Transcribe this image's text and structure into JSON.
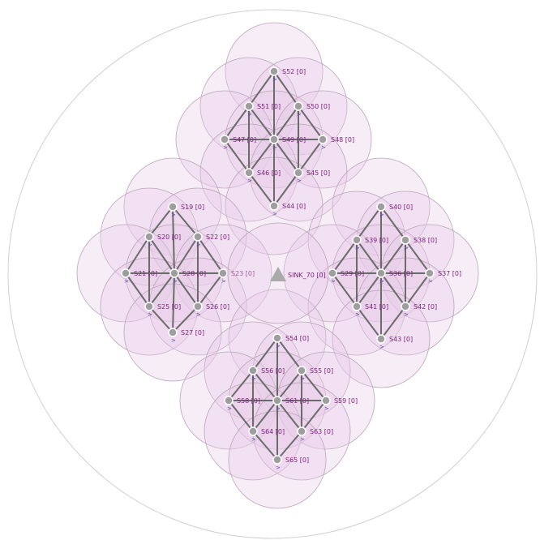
{
  "colors": {
    "range_fill": "#e7cbe7",
    "range_stroke": "#b9a5b9",
    "link": "#6b6b6b",
    "node": "#9e9e9e",
    "label": "#7a1e7a",
    "sink": "#aaaaaa"
  },
  "sink": {
    "label": "SINK_70 [0]",
    "shape": "triangle"
  },
  "nodes": [
    {
      "id": "S52",
      "label": "S52 [0]"
    },
    {
      "id": "S51",
      "label": "S51 [0]"
    },
    {
      "id": "S50",
      "label": "S50 [0]"
    },
    {
      "id": "S47",
      "label": "S47 [0]"
    },
    {
      "id": "S49",
      "label": "S49 [0]"
    },
    {
      "id": "S48",
      "label": "S48 [0]"
    },
    {
      "id": "S46",
      "label": "S46 [0]"
    },
    {
      "id": "S45",
      "label": "S45 [0]"
    },
    {
      "id": "S44",
      "label": "S44 [0]"
    },
    {
      "id": "S19",
      "label": "S19 [0]"
    },
    {
      "id": "S20",
      "label": "S20 [0]"
    },
    {
      "id": "S22",
      "label": "S22 [0]"
    },
    {
      "id": "S21",
      "label": "S21 [0]"
    },
    {
      "id": "S28",
      "label": "S28 [0]"
    },
    {
      "id": "S23",
      "label": "S23 [0]"
    },
    {
      "id": "S25",
      "label": "S25 [0]"
    },
    {
      "id": "S26",
      "label": "S26 [0]"
    },
    {
      "id": "S27",
      "label": "S27 [0]"
    },
    {
      "id": "S40",
      "label": "S40 [0]"
    },
    {
      "id": "S39",
      "label": "S39 [0]"
    },
    {
      "id": "S38",
      "label": "S38 [0]"
    },
    {
      "id": "S29",
      "label": "S29 [0]"
    },
    {
      "id": "S36",
      "label": "S36 [0]"
    },
    {
      "id": "S37",
      "label": "S37 [0]"
    },
    {
      "id": "S41",
      "label": "S41 [0]"
    },
    {
      "id": "S42",
      "label": "S42 [0]"
    },
    {
      "id": "S43",
      "label": "S43 [0]"
    },
    {
      "id": "S54",
      "label": "S54 [0]"
    },
    {
      "id": "S56",
      "label": "S56 [0]"
    },
    {
      "id": "S55",
      "label": "S55 [0]"
    },
    {
      "id": "S58",
      "label": "S58 [0]"
    },
    {
      "id": "S61",
      "label": "S61 [0]"
    },
    {
      "id": "S59",
      "label": "S59 [0]"
    },
    {
      "id": "S64",
      "label": "S64 [0]"
    },
    {
      "id": "S63",
      "label": "S63 [0]"
    },
    {
      "id": "S65",
      "label": "S65 [0]"
    }
  ],
  "links": [
    [
      "S52",
      "S51"
    ],
    [
      "S52",
      "S50"
    ],
    [
      "S51",
      "S47"
    ],
    [
      "S51",
      "S49"
    ],
    [
      "S50",
      "S49"
    ],
    [
      "S50",
      "S48"
    ],
    [
      "S47",
      "S46"
    ],
    [
      "S49",
      "S46"
    ],
    [
      "S49",
      "S45"
    ],
    [
      "S48",
      "S45"
    ],
    [
      "S46",
      "S44"
    ],
    [
      "S45",
      "S44"
    ],
    [
      "S47",
      "S49"
    ],
    [
      "S49",
      "S48"
    ],
    [
      "S51",
      "S46"
    ],
    [
      "S50",
      "S45"
    ],
    [
      "S52",
      "S49"
    ],
    [
      "S49",
      "S44"
    ],
    [
      "S19",
      "S20"
    ],
    [
      "S19",
      "S22"
    ],
    [
      "S20",
      "S21"
    ],
    [
      "S20",
      "S28"
    ],
    [
      "S22",
      "S28"
    ],
    [
      "S22",
      "S23"
    ],
    [
      "S21",
      "S25"
    ],
    [
      "S28",
      "S25"
    ],
    [
      "S28",
      "S26"
    ],
    [
      "S23",
      "S26"
    ],
    [
      "S25",
      "S27"
    ],
    [
      "S26",
      "S27"
    ],
    [
      "S21",
      "S28"
    ],
    [
      "S28",
      "S23"
    ],
    [
      "S20",
      "S25"
    ],
    [
      "S22",
      "S26"
    ],
    [
      "S19",
      "S28"
    ],
    [
      "S28",
      "S27"
    ],
    [
      "S40",
      "S39"
    ],
    [
      "S40",
      "S38"
    ],
    [
      "S39",
      "S29"
    ],
    [
      "S39",
      "S36"
    ],
    [
      "S38",
      "S36"
    ],
    [
      "S38",
      "S37"
    ],
    [
      "S29",
      "S41"
    ],
    [
      "S36",
      "S41"
    ],
    [
      "S36",
      "S42"
    ],
    [
      "S37",
      "S42"
    ],
    [
      "S41",
      "S43"
    ],
    [
      "S42",
      "S43"
    ],
    [
      "S29",
      "S36"
    ],
    [
      "S36",
      "S37"
    ],
    [
      "S39",
      "S41"
    ],
    [
      "S38",
      "S42"
    ],
    [
      "S40",
      "S36"
    ],
    [
      "S36",
      "S43"
    ],
    [
      "S54",
      "S56"
    ],
    [
      "S54",
      "S55"
    ],
    [
      "S56",
      "S58"
    ],
    [
      "S56",
      "S61"
    ],
    [
      "S55",
      "S61"
    ],
    [
      "S55",
      "S59"
    ],
    [
      "S58",
      "S64"
    ],
    [
      "S61",
      "S64"
    ],
    [
      "S61",
      "S63"
    ],
    [
      "S59",
      "S63"
    ],
    [
      "S64",
      "S65"
    ],
    [
      "S63",
      "S65"
    ],
    [
      "S58",
      "S61"
    ],
    [
      "S61",
      "S59"
    ],
    [
      "S56",
      "S64"
    ],
    [
      "S55",
      "S63"
    ],
    [
      "S54",
      "S61"
    ],
    [
      "S61",
      "S65"
    ]
  ]
}
